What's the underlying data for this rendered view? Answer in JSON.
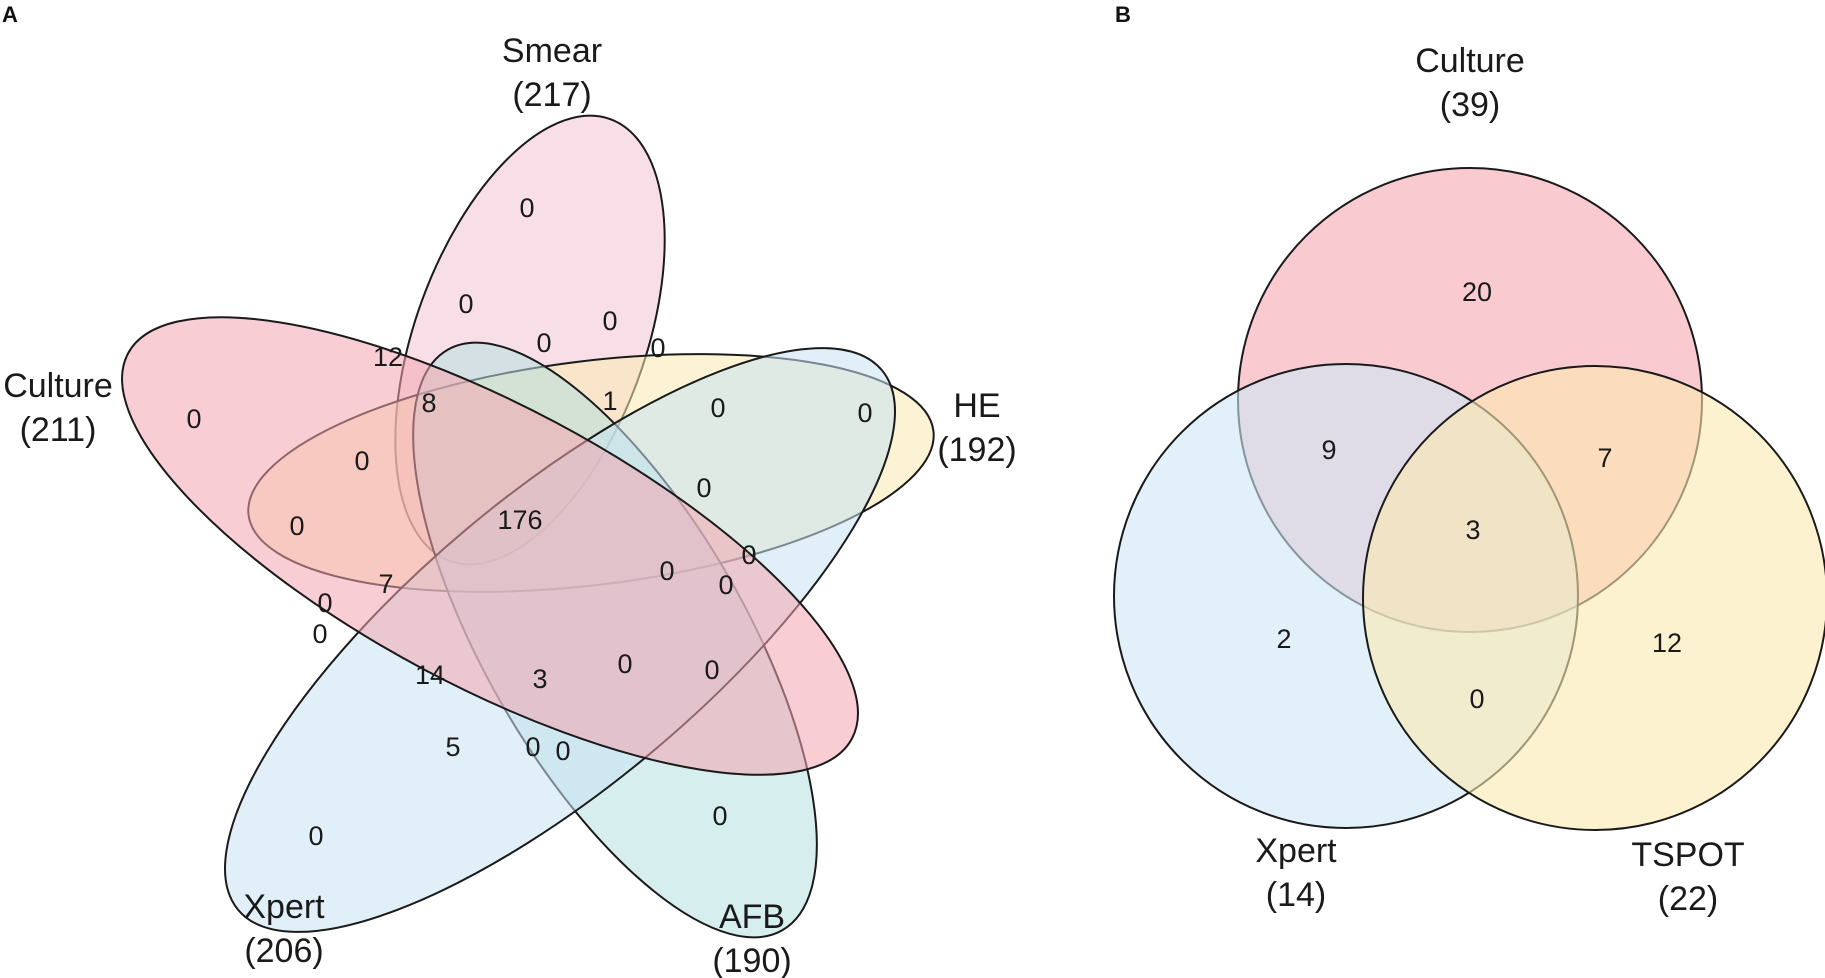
{
  "panel_a": {
    "letter": "A",
    "sets": [
      {
        "key": "smear",
        "name": "Smear",
        "total": "(217)",
        "color": "#f3c4d4"
      },
      {
        "key": "he",
        "name": "HE",
        "total": "(192)",
        "color": "#fae9b3"
      },
      {
        "key": "afb",
        "name": "AFB",
        "total": "(190)",
        "color": "#b7e0e0"
      },
      {
        "key": "xpert",
        "name": "Xpert",
        "total": "(206)",
        "color": "#c6e2f2"
      },
      {
        "key": "culture",
        "name": "Culture",
        "total": "(211)",
        "color": "#f3a6b0"
      }
    ],
    "counts": [
      "0",
      "0",
      "0",
      "0",
      "12",
      "0",
      "0",
      "8",
      "1",
      "0",
      "0",
      "0",
      "0",
      "0",
      "176",
      "0",
      "0",
      "0",
      "7",
      "0",
      "0",
      "0",
      "0",
      "14",
      "3",
      "0",
      "0",
      "5",
      "0",
      "0",
      "0",
      "0"
    ]
  },
  "panel_b": {
    "letter": "B",
    "sets": [
      {
        "key": "culture",
        "name": "Culture",
        "total": "(39)",
        "color": "#f5a9b3"
      },
      {
        "key": "xpert",
        "name": "Xpert",
        "total": "(14)",
        "color": "#cfe7f5"
      },
      {
        "key": "tspot",
        "name": "TSPOT",
        "total": "(22)",
        "color": "#fbeab0"
      }
    ],
    "counts": [
      "20",
      "9",
      "7",
      "3",
      "2",
      "12",
      "0"
    ]
  }
}
